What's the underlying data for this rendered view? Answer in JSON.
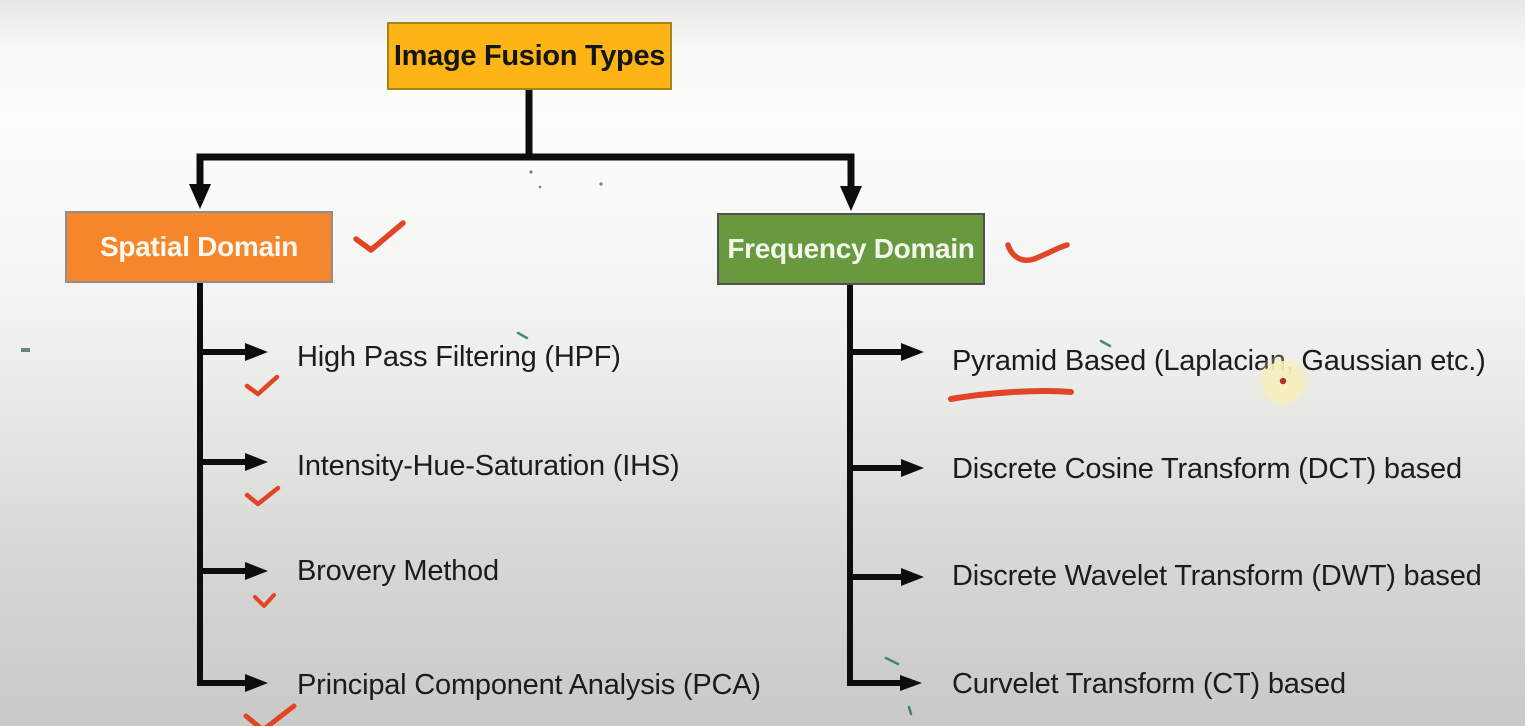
{
  "diagram": {
    "root": {
      "label": "Image Fusion Types"
    },
    "branches": [
      {
        "label": "Spatial Domain",
        "items": [
          {
            "label": "High Pass Filtering (HPF)"
          },
          {
            "label": "Intensity-Hue-Saturation (IHS)"
          },
          {
            "label": "Brovery Method"
          },
          {
            "label": "Principal Component Analysis (PCA)"
          }
        ]
      },
      {
        "label": "Frequency Domain",
        "items": [
          {
            "label": "Pyramid Based (Laplacian, Gaussian etc.)"
          },
          {
            "label": "Discrete Cosine Transform (DCT) based"
          },
          {
            "label": "Discrete Wavelet Transform (DWT) based"
          },
          {
            "label": "Curvelet Transform (CT) based"
          }
        ]
      }
    ],
    "colors": {
      "root_box": "#fdb515",
      "spatial_box": "#f6862b",
      "frequency_box": "#68993f",
      "connector": "#0d0d0d",
      "annotation_red": "#e24526",
      "pointer_highlight": "#f6efbe"
    },
    "annotations": [
      "checkmark-spatial-domain",
      "checkmark-frequency-domain",
      "checkmark-hpf",
      "checkmark-ihs",
      "checkmark-brovery",
      "checkmark-pca",
      "underline-pyramid",
      "laser-pointer-dot"
    ]
  }
}
